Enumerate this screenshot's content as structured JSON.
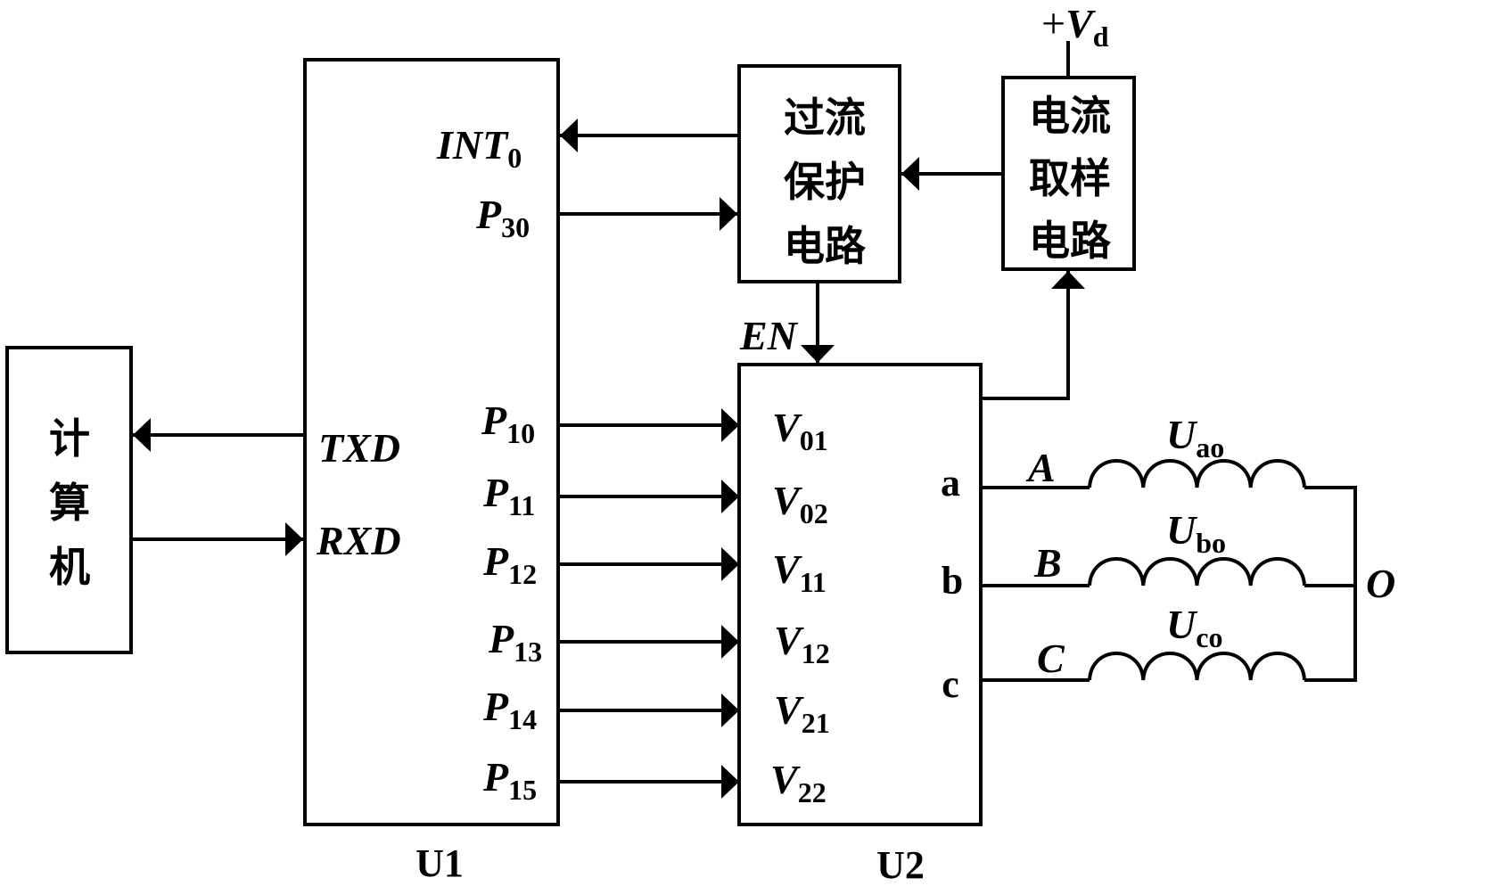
{
  "diagram": {
    "computer": {
      "label_lines": [
        "计",
        "算",
        "机"
      ]
    },
    "u1": {
      "name": "U1",
      "pins_left": [
        {
          "base": "TXD",
          "sub": "",
          "direction": "out-to-computer"
        },
        {
          "base": "RXD",
          "sub": "",
          "direction": "in-from-computer"
        }
      ],
      "pins_right": [
        {
          "base": "INT",
          "sub": "0",
          "direction": "in"
        },
        {
          "base": "P",
          "sub": "30",
          "direction": "out"
        },
        {
          "base": "P",
          "sub": "10",
          "direction": "out"
        },
        {
          "base": "P",
          "sub": "11",
          "direction": "out"
        },
        {
          "base": "P",
          "sub": "12",
          "direction": "out"
        },
        {
          "base": "P",
          "sub": "13",
          "direction": "out"
        },
        {
          "base": "P",
          "sub": "14",
          "direction": "out"
        },
        {
          "base": "P",
          "sub": "15",
          "direction": "out"
        }
      ]
    },
    "overcurrent": {
      "label_lines": [
        "过流",
        "保护",
        "电路"
      ]
    },
    "sampling": {
      "label_lines": [
        "电流",
        "取样",
        "电路"
      ]
    },
    "supply": {
      "sign": "+",
      "base": "V",
      "sub": "d"
    },
    "u2": {
      "name": "U2",
      "enable": {
        "base": "EN"
      },
      "inputs": [
        {
          "base": "V",
          "sub": "01"
        },
        {
          "base": "V",
          "sub": "02"
        },
        {
          "base": "V",
          "sub": "11"
        },
        {
          "base": "V",
          "sub": "12"
        },
        {
          "base": "V",
          "sub": "21"
        },
        {
          "base": "V",
          "sub": "22"
        }
      ],
      "outputs": [
        "a",
        "b",
        "c"
      ]
    },
    "phases": [
      {
        "line": "A",
        "coil_base": "U",
        "coil_sub": "ao"
      },
      {
        "line": "B",
        "coil_base": "U",
        "coil_sub": "bo"
      },
      {
        "line": "C",
        "coil_base": "U",
        "coil_sub": "co"
      }
    ],
    "neutral": "O",
    "colors": {
      "stroke": "#000000",
      "background": "#ffffff"
    }
  }
}
